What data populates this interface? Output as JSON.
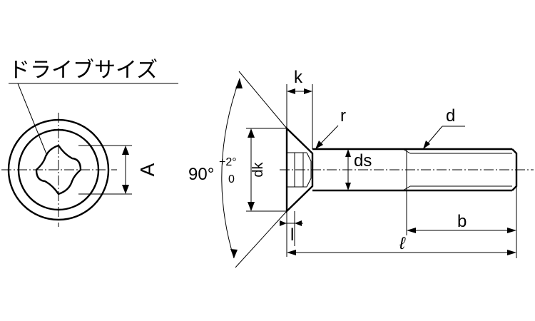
{
  "labels": {
    "drive_size": "ドライブサイズ",
    "A": "A",
    "angle_base": "90°",
    "angle_tol_plus": "+2°",
    "angle_tol_minus": "0",
    "dk": "dk",
    "k": "k",
    "r": "r",
    "ds": "ds",
    "d": "d",
    "l_small": "l",
    "b": "b",
    "l_script": "ℓ"
  }
}
